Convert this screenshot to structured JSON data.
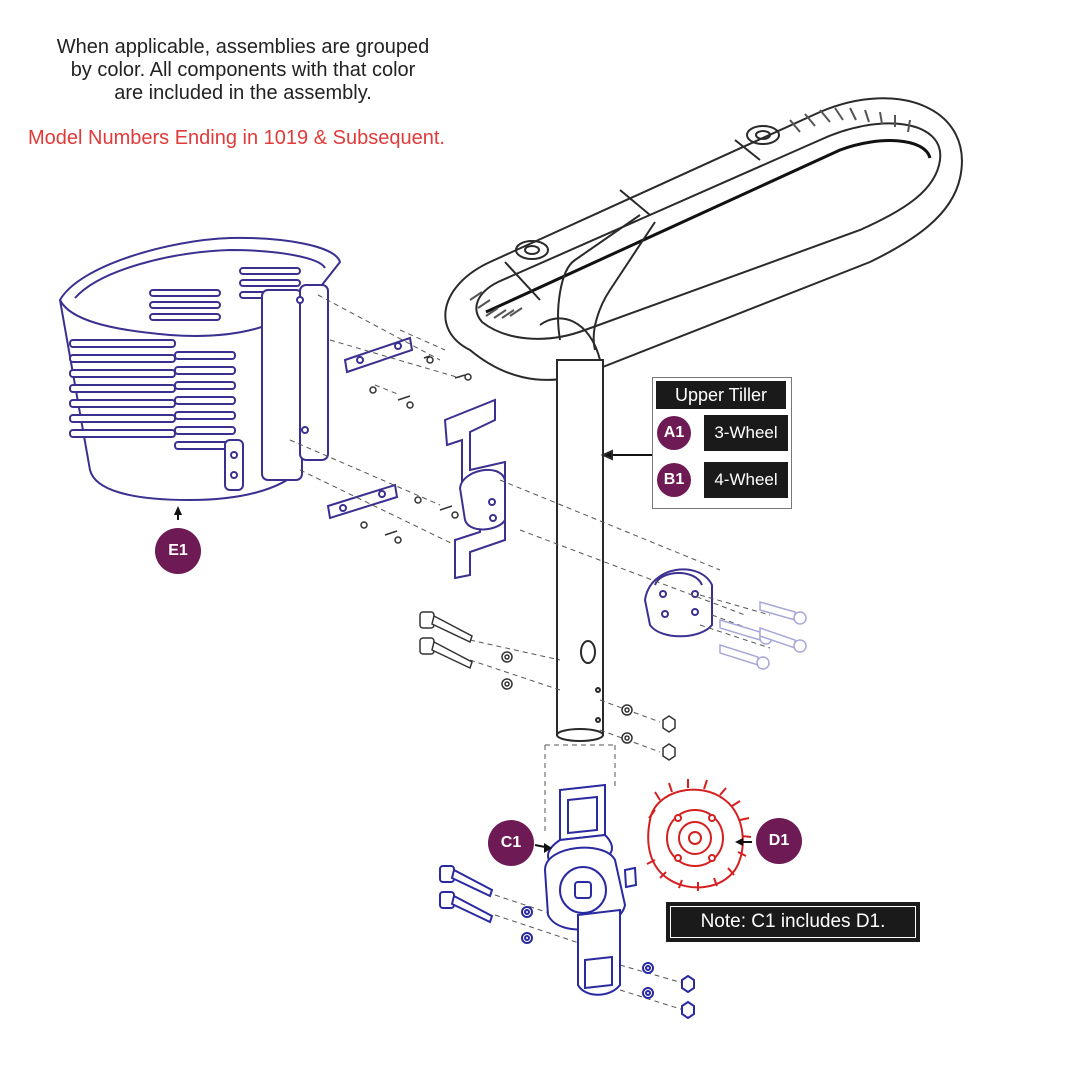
{
  "intro": {
    "lines": [
      "When applicable, assemblies are grouped",
      "by color. All components with that color",
      "are included in the assembly."
    ]
  },
  "model_note": "Model Numbers Ending in 1019 & Subsequent.",
  "upper_tiller": {
    "title": "Upper Tiller",
    "rows": [
      {
        "callout": "A1",
        "label": "3-Wheel"
      },
      {
        "callout": "B1",
        "label": "4-Wheel"
      }
    ]
  },
  "callouts": {
    "e1": "E1",
    "c1": "C1",
    "d1": "D1"
  },
  "note": "Note: C1 includes D1.",
  "colors": {
    "callout_fill": "#6e1a55",
    "table_fill": "#1a1a1a",
    "model_text": "#e03a3a",
    "basket_lines": "#3a3090",
    "tiller_lines": "#2a2a2a",
    "pivot_lines": "#2a2aa0",
    "hub_lines": "#d42020"
  }
}
